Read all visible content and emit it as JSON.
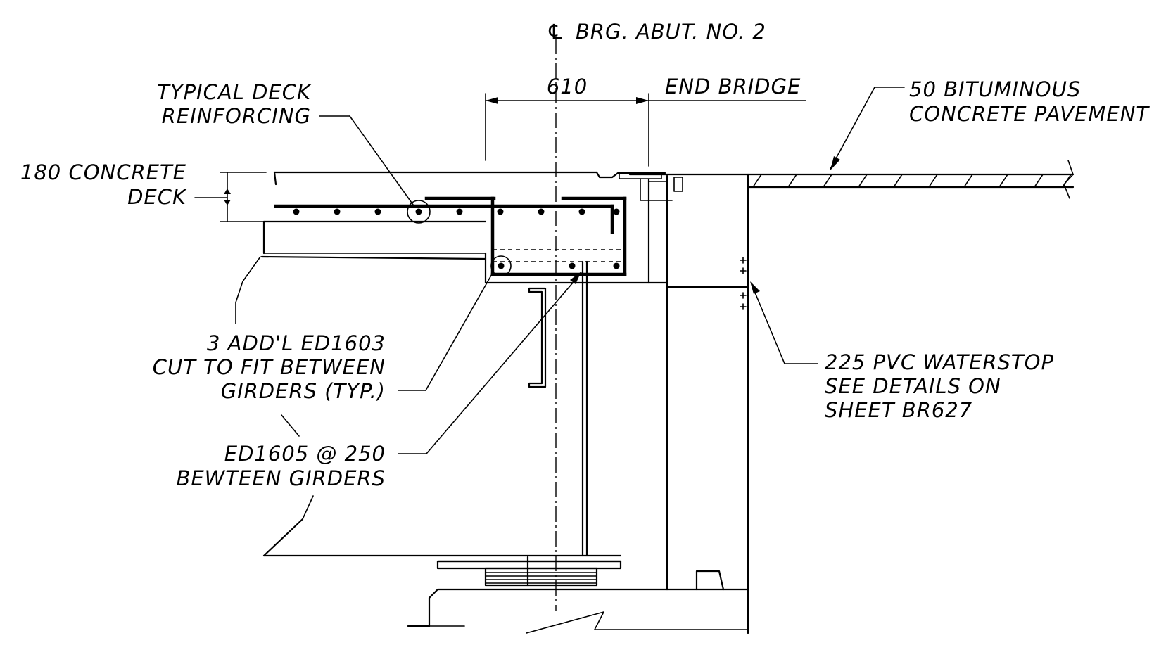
{
  "labels": {
    "centerline": "BRG. ABUT. NO. 2",
    "centerline_symbol": "℄",
    "dimension": "610",
    "end_bridge": "END BRIDGE",
    "pavement_line1": "50 BITUMINOUS",
    "pavement_line2": "CONCRETE PAVEMENT",
    "typical_line1": "TYPICAL DECK",
    "typical_line2": "REINFORCING",
    "deck_line1": "180 CONCRETE",
    "deck_line2": "DECK",
    "addl_line1": "3 ADD'L ED1603",
    "addl_line2": "CUT TO FIT BETWEEN",
    "addl_line3": "GIRDERS (TYP.)",
    "ed1605_line1": "ED1605 @ 250",
    "ed1605_line2": "BEWTEEN GIRDERS",
    "waterstop_line1": "225 PVC WATERSTOP",
    "waterstop_line2": "SEE DETAILS ON",
    "waterstop_line3": "SHEET BR627"
  }
}
